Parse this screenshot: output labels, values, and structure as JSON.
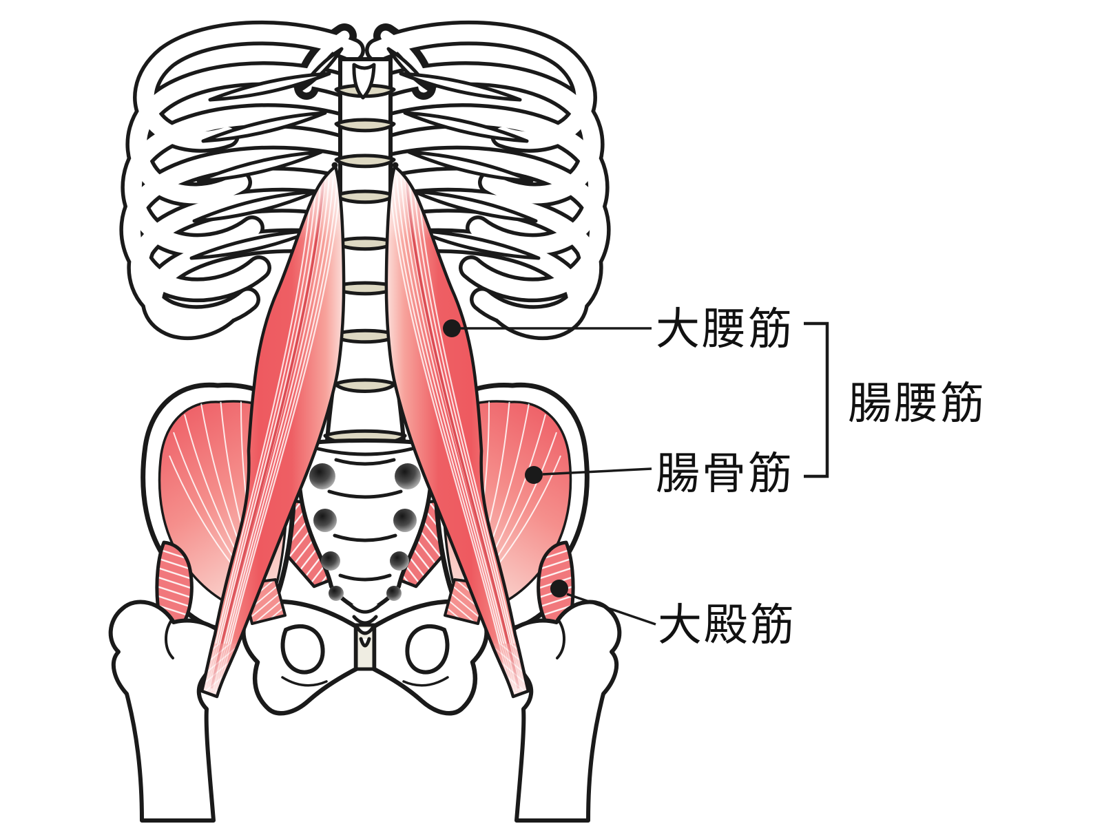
{
  "diagram": {
    "type": "anatomical-illustration",
    "subject": "iliopsoas-and-gluteus-anatomy",
    "labels": {
      "psoas_major": "大腰筋",
      "iliacus": "腸骨筋",
      "iliopsoas": "腸腰筋",
      "gluteus_maximus": "大殿筋"
    },
    "colors": {
      "outline": "#1a1a1a",
      "bone": "#ffffff",
      "disc": "#ddd8c2",
      "muscle_main": "#ee5a60",
      "muscle_light": "#fbdcd6",
      "muscle_stripe_base": "#f0787c",
      "label_text": "#111111",
      "background": "#ffffff"
    }
  }
}
